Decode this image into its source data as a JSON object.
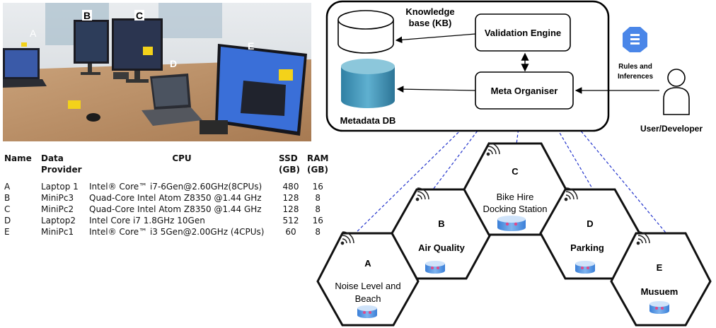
{
  "photo": {
    "labels": [
      "A",
      "B",
      "C",
      "D",
      "E"
    ]
  },
  "table": {
    "headers": {
      "name": "Name",
      "provider_line1": "Data",
      "provider_line2": "Provider",
      "cpu": "CPU",
      "ssd_line1": "SSD",
      "ssd_line2": "(GB)",
      "ram_line1": "RAM",
      "ram_line2": "(GB)"
    },
    "rows": [
      {
        "name": "A",
        "provider": "Laptop 1",
        "cpu": "Intel® Core™ i7-6Gen@2.60GHz(8CPUs)",
        "ssd": "480",
        "ram": "16"
      },
      {
        "name": "B",
        "provider": "MiniPc3",
        "cpu": "Quad-Core Intel Atom Z8350 @1.44 GHz",
        "ssd": "128",
        "ram": "8"
      },
      {
        "name": "C",
        "provider": "MiniPc2",
        "cpu": "Quad-Core Intel Atom Z8350 @1.44 GHz",
        "ssd": "128",
        "ram": "8"
      },
      {
        "name": "D",
        "provider": "Laptop2",
        "cpu": "Intel Core i7 1.8GHz 10Gen",
        "ssd": "512",
        "ram": "16"
      },
      {
        "name": "E",
        "provider": "MiniPc1",
        "cpu": "Intel® Core™ i3 5Gen@2.00GHz (4CPUs)",
        "ssd": "60",
        "ram": "8"
      }
    ]
  },
  "diagram": {
    "kb_label_line1": "Knowledge",
    "kb_label_line2": "base (KB)",
    "validation_engine": "Validation Engine",
    "meta_organiser": "Meta Organiser",
    "metadata_db": "Metadata DB",
    "rules_line1": "Rules and",
    "rules_line2": "Inferences",
    "user": "User/Developer",
    "nodes": {
      "A": {
        "letter": "A",
        "line1": "Noise Level and",
        "line2": "Beach"
      },
      "B": {
        "letter": "B",
        "line1": "Air Quality"
      },
      "C": {
        "letter": "C",
        "line1": "Bike Hire",
        "line2": "Docking Station"
      },
      "D": {
        "letter": "D",
        "line1": "Parking"
      },
      "E": {
        "letter": "E",
        "line1": "Musuem"
      }
    },
    "colors": {
      "db_fill": "#4a9cbf",
      "db_top": "#8cc7db",
      "dashed_line": "#2233cc",
      "gcp_blue": "#4a86e8"
    }
  }
}
